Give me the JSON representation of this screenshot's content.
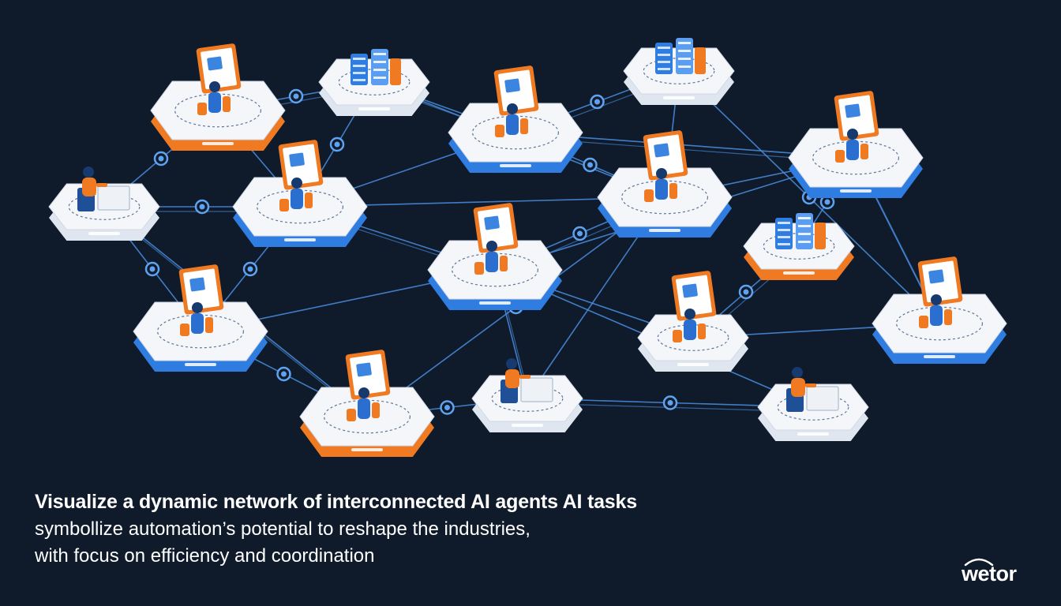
{
  "caption": {
    "line1": "Visualize a dynamic network of interconnected AI agents AI tasks",
    "line2": "symbollize automation’s potential to reshape the industries,",
    "line3": "with focus on efficiency and coordination"
  },
  "logo": {
    "text": "wetor"
  },
  "colors": {
    "background": "#0f1a2b",
    "connector": "#4a8fe0",
    "node_blue": "#2f7de0",
    "node_orange": "#ef7a22",
    "platform_top": "#f4f6fa",
    "text": "#ffffff"
  },
  "nodes": [
    {
      "id": "n1",
      "variant": "orange-screen",
      "icon": "worker-at-screen-icon"
    },
    {
      "id": "n2",
      "variant": "white-server",
      "icon": "server-rack-icon"
    },
    {
      "id": "n3",
      "variant": "blue-screen",
      "icon": "worker-at-screen-icon"
    },
    {
      "id": "n4",
      "variant": "white-server",
      "icon": "server-rack-icon"
    },
    {
      "id": "n5",
      "variant": "blue-screen",
      "icon": "worker-at-screen-icon"
    },
    {
      "id": "n6",
      "variant": "white-desk",
      "icon": "worker-at-desk-icon"
    },
    {
      "id": "n7",
      "variant": "blue-screen",
      "icon": "worker-at-screen-icon"
    },
    {
      "id": "n8",
      "variant": "blue-screen",
      "icon": "worker-at-screen-icon"
    },
    {
      "id": "n9",
      "variant": "orange-server",
      "icon": "server-rack-icon"
    },
    {
      "id": "n10",
      "variant": "blue-screen",
      "icon": "worker-at-screen-icon"
    },
    {
      "id": "n11",
      "variant": "blue-screen",
      "icon": "worker-at-screen-icon"
    },
    {
      "id": "n12",
      "variant": "blue-screen",
      "icon": "worker-at-screen-icon"
    },
    {
      "id": "n13",
      "variant": "white-screen",
      "icon": "worker-at-screen-icon"
    },
    {
      "id": "n14",
      "variant": "orange-screen",
      "icon": "worker-at-screen-icon"
    },
    {
      "id": "n15",
      "variant": "white-desk",
      "icon": "worker-at-desk-icon"
    },
    {
      "id": "n16",
      "variant": "white-desk",
      "icon": "worker-at-desk-icon"
    }
  ],
  "edges": [
    [
      "n1",
      "n2"
    ],
    [
      "n1",
      "n5"
    ],
    [
      "n1",
      "n6"
    ],
    [
      "n2",
      "n3"
    ],
    [
      "n2",
      "n5"
    ],
    [
      "n2",
      "n7"
    ],
    [
      "n3",
      "n4"
    ],
    [
      "n3",
      "n5"
    ],
    [
      "n3",
      "n7"
    ],
    [
      "n3",
      "n8"
    ],
    [
      "n4",
      "n10"
    ],
    [
      "n4",
      "n7"
    ],
    [
      "n5",
      "n6"
    ],
    [
      "n5",
      "n7"
    ],
    [
      "n5",
      "n11"
    ],
    [
      "n5",
      "n12"
    ],
    [
      "n6",
      "n11"
    ],
    [
      "n7",
      "n8"
    ],
    [
      "n7",
      "n12"
    ],
    [
      "n7",
      "n15"
    ],
    [
      "n7",
      "n14"
    ],
    [
      "n8",
      "n10"
    ],
    [
      "n8",
      "n9"
    ],
    [
      "n8",
      "n12"
    ],
    [
      "n9",
      "n13"
    ],
    [
      "n10",
      "n13"
    ],
    [
      "n11",
      "n14"
    ],
    [
      "n12",
      "n15"
    ],
    [
      "n12",
      "n16"
    ],
    [
      "n12",
      "n13"
    ],
    [
      "n15",
      "n16"
    ],
    [
      "n11",
      "n12"
    ],
    [
      "n14",
      "n15"
    ],
    [
      "n6",
      "n14"
    ]
  ]
}
